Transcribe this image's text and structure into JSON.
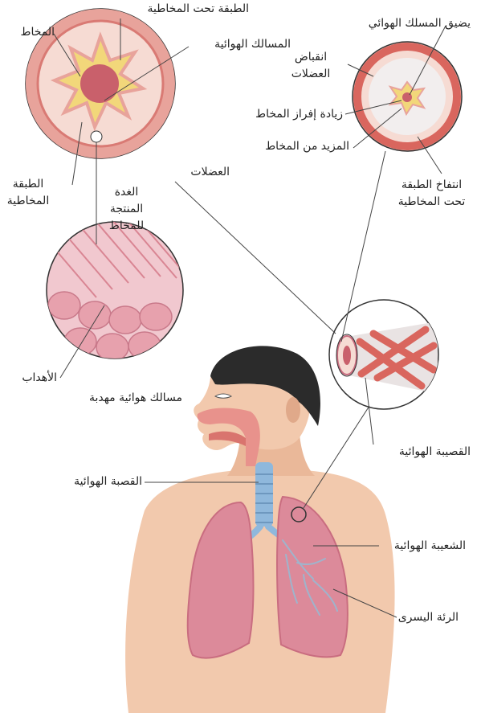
{
  "labels": {
    "submucosa_top": "الطبقة تحت المخاطية",
    "mucus": "المخاط",
    "airways": "المسالك الهوائية",
    "mucosa_line1": "الطبقة",
    "mucosa_line2": "المخاطية",
    "muscles_left": "العضلات",
    "gland_line1": "الغدة",
    "gland_line2": "المنتجة",
    "gland_line3": "للمخاط",
    "cilia": "الأهداب",
    "ciliated_airways": "مسالك هوائية مهدبة",
    "narrowing": "يضيق المسلك الهوائي",
    "contraction_line1": "انقباض",
    "contraction_line2": "العضلات",
    "increased_mucus": "زيادة إفراز المخاط",
    "more_mucus": "المزيد من المخاط",
    "swelling_line1": "انتفاخ الطبقة",
    "swelling_line2": "تحت المخاطية",
    "bronchiole": "القصيبة الهوائية",
    "trachea": "القصبة الهوائية",
    "bronchus": "الشعيبة الهوائية",
    "left_lung": "الرئة اليسرى"
  },
  "colors": {
    "skin": "#f2c9ad",
    "skin_shadow": "#e0a98a",
    "hair": "#2b2b2b",
    "lung": "#dc8a9a",
    "lung_dark": "#c96d80",
    "trachea": "#8fb8dc",
    "muscle": "#d9665e",
    "mucus": "#f2d77a",
    "airway_wall": "#e8a39b",
    "lumen": "#c9606b",
    "leader": "#444444"
  }
}
